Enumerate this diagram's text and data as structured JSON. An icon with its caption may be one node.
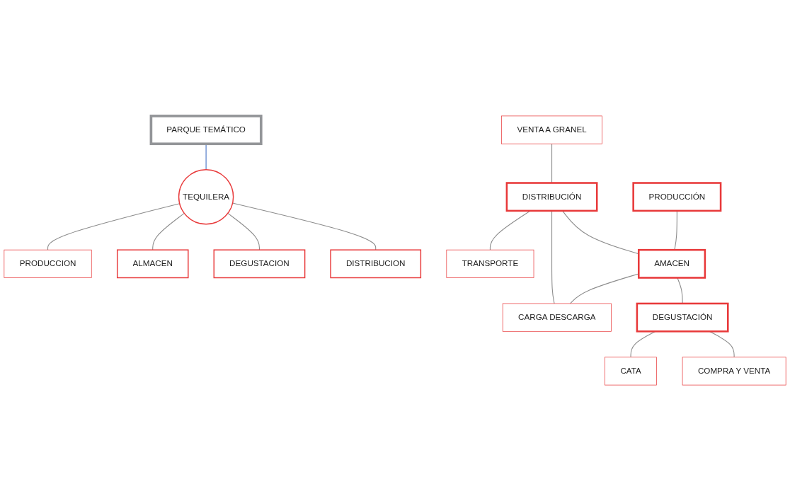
{
  "diagram": {
    "nodes": [
      {
        "text": [
          "PARQUE TEMÁTICO"
        ]
      },
      {
        "text": [
          "TEQUILERA"
        ]
      },
      {
        "text": [
          "PRODUCCION"
        ]
      },
      {
        "text": [
          "ALMACEN"
        ]
      },
      {
        "text": [
          "DEGUSTACION"
        ]
      },
      {
        "text": [
          "DISTRIBUCION"
        ]
      },
      {
        "text": [
          "VENTA A GRANEL"
        ]
      },
      {
        "text": [
          "DISTRIBUCIÓN"
        ]
      },
      {
        "text": [
          "TRANSPORTE"
        ]
      },
      {
        "text": [
          "PRODUCCIÓN"
        ]
      },
      {
        "text": [
          "AMACEN"
        ]
      },
      {
        "text": [
          "CARGA DESCARGA"
        ]
      },
      {
        "text": [
          "DEGUSTACIÓN"
        ]
      },
      {
        "text": [
          "CATA"
        ]
      },
      {
        "text": [
          "COMPRA Y VENTA"
        ]
      }
    ],
    "edges": [
      {
        "from": 0,
        "to": 1,
        "arrow": "none",
        "color": "#4472c4"
      },
      {
        "from": 1,
        "to": 2,
        "arrow": "none"
      },
      {
        "from": 1,
        "to": 3,
        "arrow": "none"
      },
      {
        "from": 1,
        "to": 4,
        "arrow": "none"
      },
      {
        "from": 1,
        "to": 5,
        "arrow": "none"
      },
      {
        "from": 6,
        "to": 7,
        "arrow": "none"
      },
      {
        "from": 7,
        "to": 10,
        "arrow": "none"
      },
      {
        "from": 7,
        "to": 8,
        "arrow": "none"
      },
      {
        "from": 7,
        "to": 11,
        "arrow": "none"
      },
      {
        "from": 10,
        "to": 11,
        "arrow": "none"
      },
      {
        "from": 9,
        "to": 10,
        "arrow": "none"
      },
      {
        "from": 10,
        "to": 12,
        "arrow": "none"
      },
      {
        "from": 12,
        "to": 13,
        "arrow": "none"
      },
      {
        "from": 12,
        "to": 14,
        "arrow": "none"
      }
    ]
  }
}
